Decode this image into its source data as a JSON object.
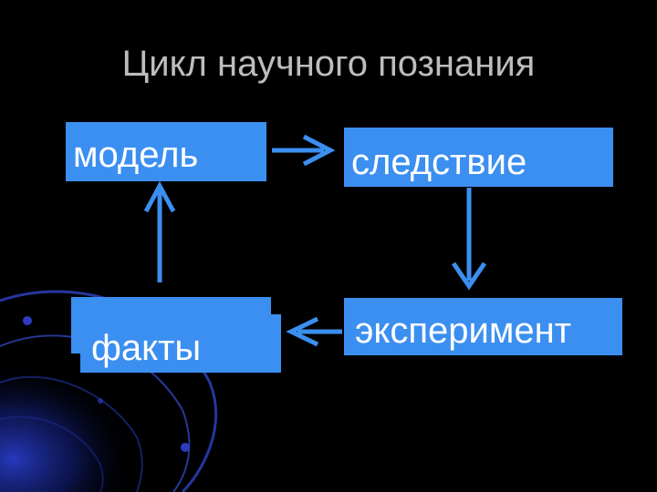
{
  "slide": {
    "title": "Цикл научного познания",
    "colors": {
      "background": "#000000",
      "box_fill": "#3b8ff0",
      "box_text": "#ffffff",
      "arrow": "#3b8ff0",
      "title_text": "#bdbdbd",
      "swirl": "#1f2f9a"
    }
  },
  "diagram": {
    "nodes": {
      "model": "модель",
      "consequence": "следствие",
      "experiment": "эксперимент",
      "facts": "факты"
    },
    "edges": [
      {
        "from": "model",
        "to": "consequence"
      },
      {
        "from": "consequence",
        "to": "experiment"
      },
      {
        "from": "experiment",
        "to": "facts"
      },
      {
        "from": "facts",
        "to": "model"
      }
    ]
  }
}
